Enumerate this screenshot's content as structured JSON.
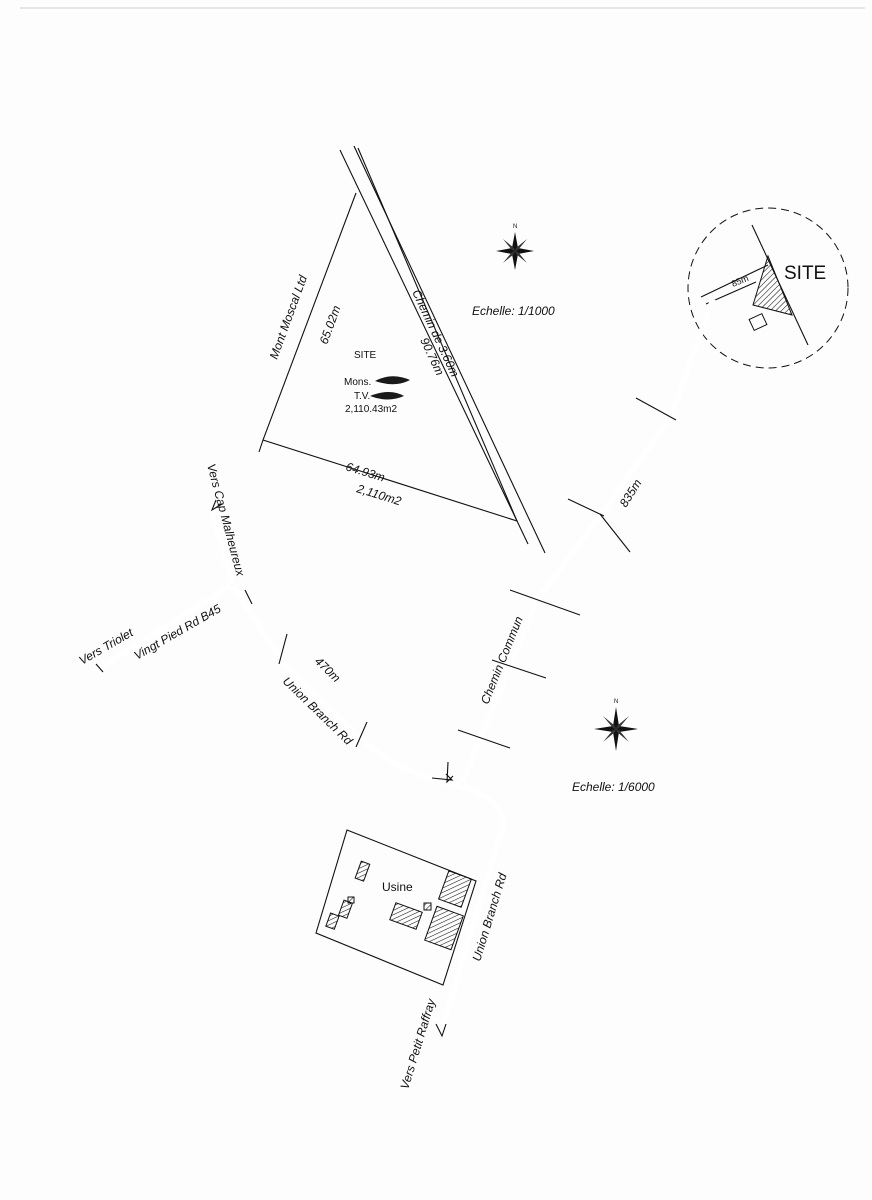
{
  "plan_1000": {
    "boundary_left": "Mont Moscal Ltd",
    "side_left_length": "65.02m",
    "road_name": "Chemin de 3.60m",
    "side_right_length": "90.76m",
    "site_label": "SITE",
    "owner_prefix": "Mons.",
    "tv_prefix": "T.V.",
    "area_surveyed": "2,110.43m2",
    "bottom_length": "64.93m",
    "bottom_area": "2,110m2",
    "scale": "Echelle:  1/1000"
  },
  "location_map": {
    "scale": "Echelle:  1/6000",
    "vers_cap_malheureux": "Vers Cap Malheureux",
    "vers_triolet": "Vers Triolet",
    "vingt_pied_rd": "Vingt Pied Rd B45",
    "length_470": "470m",
    "union_branch_rd_top": "Union Branch Rd",
    "chemin_commun": "Chemin Commun",
    "length_835": "835m",
    "usine": "Usine",
    "union_branch_rd_right": "Union Branch Rd",
    "vers_petit_raffray": "Vers Petit Raffray"
  },
  "inset": {
    "site_label": "SITE",
    "length": "85m"
  },
  "north_label": "N"
}
